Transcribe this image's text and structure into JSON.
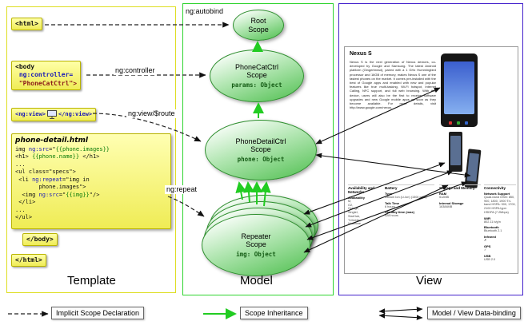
{
  "columns": {
    "template": "Template",
    "model": "Model",
    "view": "View"
  },
  "annotations": {
    "autobind": "ng:autobind",
    "controller": "ng:controller",
    "view_route": "ng:view/$route",
    "repeat": "ng:repeat"
  },
  "tags": {
    "html_open": "<html>",
    "body_lines": [
      "<body",
      " ng:controller=",
      " \"PhoneCatCtrl\">"
    ],
    "ngview_open": "<ng:view>",
    "ngview_close": "</ng:view>",
    "body_close": "</body>",
    "html_close": "</html>"
  },
  "code_box": {
    "title": "phone-detail.html",
    "lines": [
      [
        {
          "t": "img "
        },
        {
          "t": "ng:src",
          "c": "kw"
        },
        {
          "t": "=\""
        },
        {
          "t": "{{phone.images}}",
          "c": "expr"
        }
      ],
      [
        {
          "t": "<h1> "
        },
        {
          "t": "{{phone.name}}",
          "c": "expr"
        },
        {
          "t": " </h1>"
        }
      ],
      [
        {
          "t": "..."
        }
      ],
      [
        {
          "t": "<ul class=\"specs\">"
        }
      ],
      [
        {
          "t": " <li "
        },
        {
          "t": "ng:repeat",
          "c": "kw"
        },
        {
          "t": "=\"img in"
        }
      ],
      [
        {
          "t": "       phone.images\">"
        }
      ],
      [
        {
          "t": "  <img "
        },
        {
          "t": "ng:src",
          "c": "kw"
        },
        {
          "t": "=\""
        },
        {
          "t": "{{img}}",
          "c": "expr"
        },
        {
          "t": "\"/>"
        }
      ],
      [
        {
          "t": " </li>"
        }
      ],
      [
        {
          "t": "..."
        }
      ],
      [
        {
          "t": "</ul>"
        }
      ]
    ]
  },
  "scopes": {
    "root": {
      "l1": "Root",
      "l2": "Scope"
    },
    "phonecat": {
      "l1": "PhoneCatCtrl",
      "l2": "Scope",
      "prop": "params: Object"
    },
    "phonedetail": {
      "l1": "PhoneDetailCtrl",
      "l2": "Scope",
      "prop": "phone: Object"
    },
    "repeater": {
      "l1": "Repeater",
      "l2": "Scope",
      "prop": "img: Object"
    }
  },
  "view_page": {
    "title": "Nexus S",
    "description": "Nexus S is the next generation of Nexus devices, co-developed by Google and Samsung. The latest Android platform (Gingerbread), paired with a 1 GHz Hummingbird processor and 16GB of memory, makes Nexus S one of the fastest phones on the market. It comes pre-installed with the best of Google apps and enabled with new and popular features like true multi-tasking, Wi-Fi hotspot, Internet Calling, NFC support, and full web browsing. With this device, users will also be the first to receive software upgrades and new Google mobile apps as soon as they become available. For more details, visit http://www.google.com/nexus.",
    "spec_columns": [
      {
        "header": "Availability and Networks",
        "items": [
          {
            "label": "Availability",
            "value": "M,\nO2,\nOrange,\nSingtel,\nStarHub,\nT-Mobile,\nVodafone"
          }
        ]
      },
      {
        "header": "Battery",
        "items": [
          {
            "label": "Type",
            "value": "Lithium Ion (Li-Ion) (1500 mAh)"
          },
          {
            "label": "Talk Time",
            "value": "6 hours"
          },
          {
            "label": "Standby time (max)",
            "value": "428 hours"
          }
        ]
      },
      {
        "header": "Storage and Memory",
        "items": [
          {
            "label": "RAM",
            "value": "512MB"
          },
          {
            "label": "Internal Storage",
            "value": "16384MB"
          }
        ]
      },
      {
        "header": "Connectivity",
        "items": [
          {
            "label": "Network Support",
            "value": "Quad-band GSM: 850, 900, 1800, 1900 Tri-band HSPA: 900, 1700, 2100 HSPA type: HSDPA (7.2Mbps)"
          },
          {
            "label": "WiFi",
            "value": "802.11 b/g/n"
          },
          {
            "label": "Bluetooth",
            "value": "Bluetooth 2.1"
          },
          {
            "label": "Infrared",
            "value": "✗"
          },
          {
            "label": "GPS",
            "value": "✓"
          },
          {
            "label": "USB",
            "value": "USB 2.0"
          }
        ]
      }
    ]
  },
  "legend": [
    {
      "label": "Implicit Scope Declaration"
    },
    {
      "label": "Scope Inheritance"
    },
    {
      "label": "Model / View Data-binding"
    }
  ],
  "colors": {
    "template_border": "#dede22",
    "model_border": "#2fd42f",
    "view_border": "#4422cc",
    "scope_green": "#4fbf4f",
    "arrow_green": "#22cc22"
  }
}
